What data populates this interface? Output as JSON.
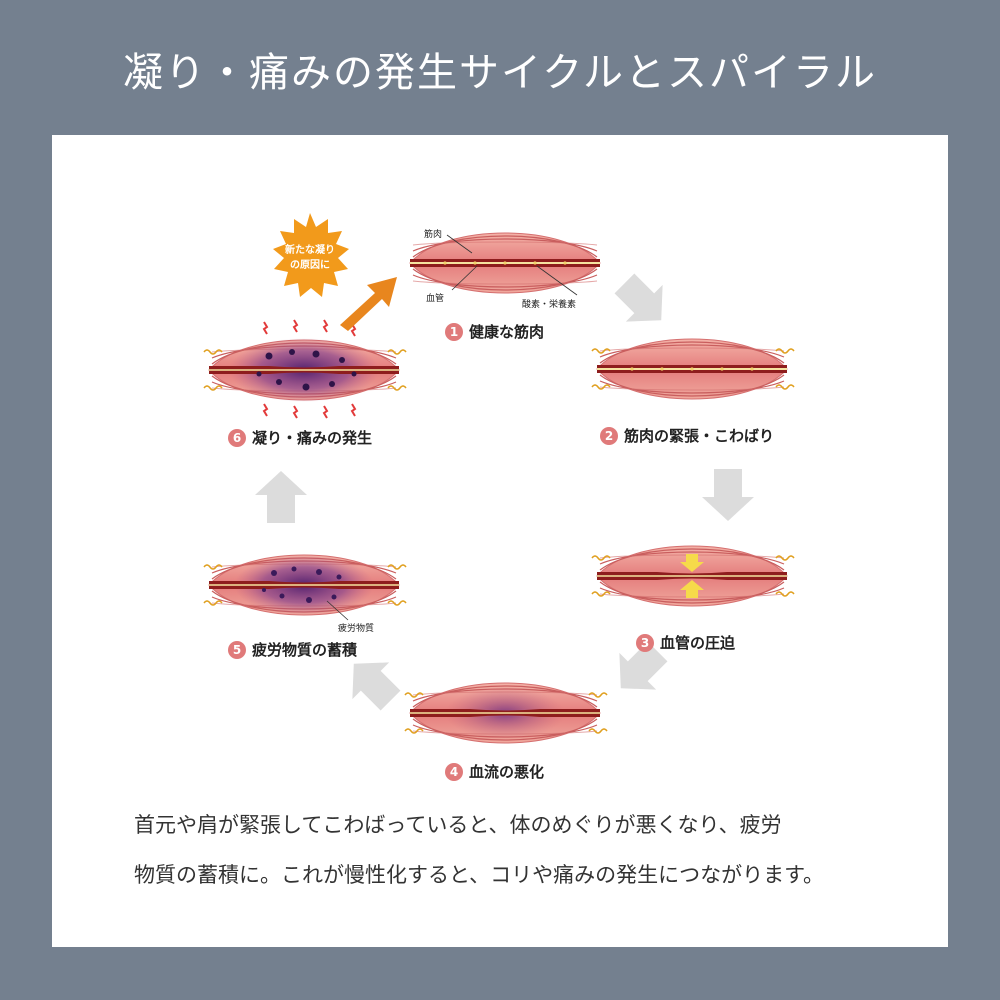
{
  "title": "凝り・痛みの発生サイクルとスパイラル",
  "stages": [
    {
      "num": "1",
      "label": "健康な筋肉"
    },
    {
      "num": "2",
      "label": "筋肉の緊張・こわばり"
    },
    {
      "num": "3",
      "label": "血管の圧迫"
    },
    {
      "num": "4",
      "label": "血流の悪化"
    },
    {
      "num": "5",
      "label": "疲労物質の蓄積"
    },
    {
      "num": "6",
      "label": "凝り・痛みの発生"
    }
  ],
  "callouts": {
    "muscle": "筋肉",
    "vessel": "血管",
    "nutrients": "酸素・栄養素",
    "fatigue": "疲労物質"
  },
  "burst": {
    "line1": "新たな凝り",
    "line2": "の原因に"
  },
  "description": {
    "line1": "首元や肩が緊張してこわばっていると、体のめぐりが悪くなり、疲労",
    "line2": "物質の蓄積に。これが慢性化すると、コリや痛みの発生につながります。"
  },
  "colors": {
    "frame": "#74808f",
    "muscle": "#e58888",
    "muscle_stripe": "#c95e5e",
    "vessel": "#8e1d1d",
    "fatigue": "#5b2a78",
    "arrow_gray": "#dcdcdc",
    "arrow_orange": "#e8861e",
    "burst": "#f29a1b",
    "pain_mark": "#e23b3b",
    "badge": "#e07a7a"
  }
}
